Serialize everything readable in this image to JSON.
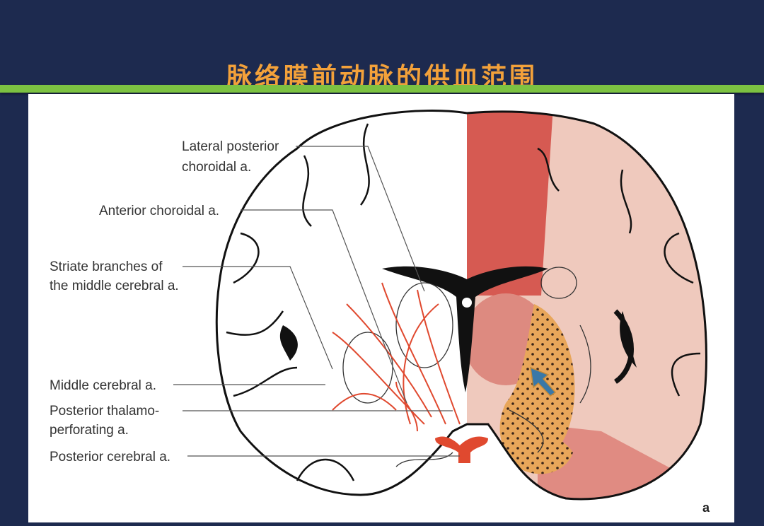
{
  "slide": {
    "title": "脉络膜前动脉的供血范围",
    "colors": {
      "background": "#1d2a4f",
      "accent_bar": "#7cc242",
      "title": "#f3a13a",
      "arteries": "#e0492f",
      "territory_dark": "#d65a52",
      "territory_light": "#efc9bd",
      "anterior_choroidal_territory": "#e8a65a",
      "arrow": "#3a78a8"
    }
  },
  "diagram": {
    "labels": [
      {
        "line1": "Lateral posterior",
        "line2": "choroidal a."
      },
      {
        "line1": "Anterior choroidal a.",
        "line2": ""
      },
      {
        "line1": "Striate branches of",
        "line2": "the middle cerebral a."
      },
      {
        "line1": "Middle cerebral a.",
        "line2": ""
      },
      {
        "line1": "Posterior thalamo-",
        "line2": "perforating a."
      },
      {
        "line1": "Posterior cerebral a.",
        "line2": ""
      }
    ],
    "panel_tag": "a",
    "arrow_icon": "blue-arrow-icon"
  }
}
